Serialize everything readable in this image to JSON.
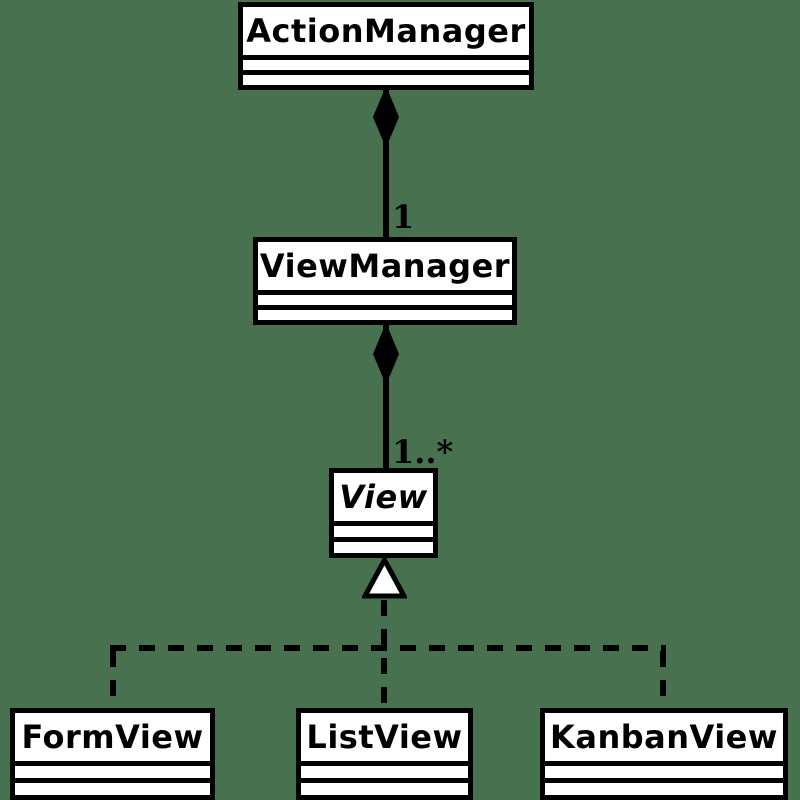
{
  "diagram": {
    "type": "uml-class-diagram",
    "background_color": "#48714F",
    "box_fill_color": "#ffffff",
    "stroke_color": "#000000",
    "classes": [
      {
        "name": "ActionManager",
        "abstract": false,
        "attributes": [],
        "methods": []
      },
      {
        "name": "ViewManager",
        "abstract": false,
        "attributes": [],
        "methods": []
      },
      {
        "name": "View",
        "abstract": true,
        "attributes": [],
        "methods": []
      },
      {
        "name": "FormView",
        "abstract": false,
        "attributes": [],
        "methods": []
      },
      {
        "name": "ListView",
        "abstract": false,
        "attributes": [],
        "methods": []
      },
      {
        "name": "KanbanView",
        "abstract": false,
        "attributes": [],
        "methods": []
      }
    ],
    "relationships": [
      {
        "type": "composition",
        "from": "ActionManager",
        "to": "ViewManager",
        "multiplicity": "1",
        "line_style": "solid"
      },
      {
        "type": "composition",
        "from": "ViewManager",
        "to": "View",
        "multiplicity": "1..*",
        "line_style": "solid"
      },
      {
        "type": "realization",
        "from": "FormView",
        "to": "View",
        "multiplicity": "",
        "line_style": "dashed"
      },
      {
        "type": "realization",
        "from": "ListView",
        "to": "View",
        "multiplicity": "",
        "line_style": "dashed"
      },
      {
        "type": "realization",
        "from": "KanbanView",
        "to": "View",
        "multiplicity": "",
        "line_style": "dashed"
      }
    ]
  }
}
